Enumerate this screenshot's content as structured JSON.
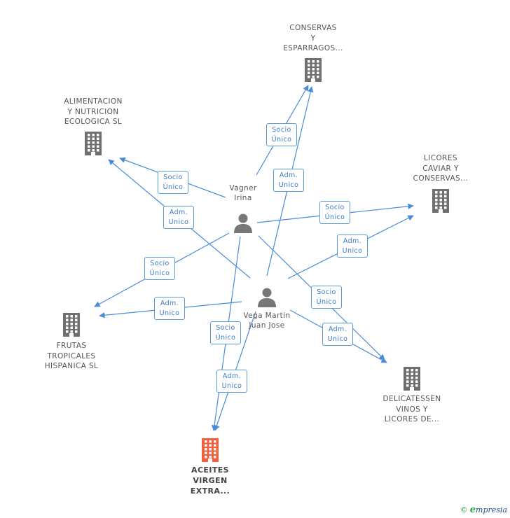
{
  "colors": {
    "edge": "#4a8cd8",
    "building": "#6f6f6f",
    "target_building": "#f0603c",
    "person": "#777777"
  },
  "companies": [
    {
      "id": "conservas",
      "icon": "building-icon",
      "lines": [
        "CONSERVAS",
        "Y",
        "ESPARRAGOS..."
      ]
    },
    {
      "id": "alimentacion",
      "icon": "building-icon",
      "lines": [
        "ALIMENTACION",
        "Y NUTRICION",
        "ECOLOGICA SL"
      ]
    },
    {
      "id": "licores",
      "icon": "building-icon",
      "lines": [
        "LICORES",
        "CAVIAR Y",
        "CONSERVAS..."
      ]
    },
    {
      "id": "frutas",
      "icon": "building-icon",
      "lines": [
        "FRUTAS",
        "TROPICALES",
        "HISPANICA SL"
      ]
    },
    {
      "id": "delicatessen",
      "icon": "building-icon",
      "lines": [
        "DELICATESSEN",
        "VINOS Y",
        "LICORES DE..."
      ]
    },
    {
      "id": "aceites",
      "icon": "building-icon",
      "lines": [
        "ACEITES",
        "VIRGEN",
        "EXTRA..."
      ],
      "target": true
    }
  ],
  "people": [
    {
      "id": "vagner",
      "icon": "person-icon",
      "lines": [
        "Vagner",
        "Irina"
      ]
    },
    {
      "id": "vega",
      "icon": "person-icon",
      "lines": [
        "Vega Martin",
        "Juan Jose"
      ]
    }
  ],
  "edges": [
    {
      "from": "vagner",
      "to": "conservas",
      "lines": [
        "Socio",
        "Único"
      ]
    },
    {
      "from": "vagner",
      "to": "alimentacion",
      "lines": [
        "Socio",
        "Único"
      ]
    },
    {
      "from": "vagner",
      "to": "licores",
      "lines": [
        "Socio",
        "Único"
      ]
    },
    {
      "from": "vagner",
      "to": "frutas",
      "lines": [
        "Socio",
        "Único"
      ]
    },
    {
      "from": "vagner",
      "to": "delicatessen",
      "lines": [
        "Socio",
        "Único"
      ]
    },
    {
      "from": "vagner",
      "to": "aceites",
      "lines": [
        "Socio",
        "Único"
      ]
    },
    {
      "from": "vega",
      "to": "conservas",
      "lines": [
        "Adm.",
        "Unico"
      ]
    },
    {
      "from": "vega",
      "to": "alimentacion",
      "lines": [
        "Adm.",
        "Unico"
      ]
    },
    {
      "from": "vega",
      "to": "licores",
      "lines": [
        "Adm.",
        "Unico"
      ]
    },
    {
      "from": "vega",
      "to": "frutas",
      "lines": [
        "Adm.",
        "Unico"
      ]
    },
    {
      "from": "vega",
      "to": "delicatessen",
      "lines": [
        "Adm.",
        "Unico"
      ]
    },
    {
      "from": "vega",
      "to": "aceites",
      "lines": [
        "Adm.",
        "Unico"
      ]
    }
  ],
  "footer": {
    "copyright": "©",
    "brand_initial": "e",
    "brand_rest": "mpresia"
  }
}
